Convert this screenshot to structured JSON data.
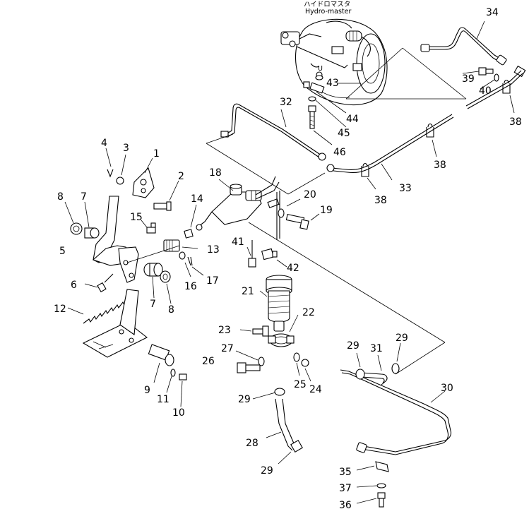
{
  "header": {
    "title_jp": "ハイドロマスタ",
    "title_en": "Hydro-master"
  },
  "callouts": {
    "c1": "1",
    "c2": "2",
    "c3": "3",
    "c4": "4",
    "c5": "5",
    "c6": "6",
    "c7a": "7",
    "c7b": "7",
    "c8a": "8",
    "c8b": "8",
    "c9": "9",
    "c10": "10",
    "c11": "11",
    "c12": "12",
    "c13": "13",
    "c14": "14",
    "c15": "15",
    "c16": "16",
    "c17": "17",
    "c18": "18",
    "c19": "19",
    "c20": "20",
    "c21": "21",
    "c22": "22",
    "c23": "23",
    "c24": "24",
    "c25": "25",
    "c26": "26",
    "c27": "27",
    "c28": "28",
    "c29a": "29",
    "c29b": "29",
    "c29c": "29",
    "c29d": "29",
    "c30": "30",
    "c31": "31",
    "c32": "32",
    "c33": "33",
    "c34": "34",
    "c35": "35",
    "c36": "36",
    "c37": "37",
    "c38a": "38",
    "c38b": "38",
    "c38c": "38",
    "c39": "39",
    "c40": "40",
    "c41": "41",
    "c42": "42",
    "c43": "43",
    "c44": "44",
    "c45": "45",
    "c46": "46"
  }
}
